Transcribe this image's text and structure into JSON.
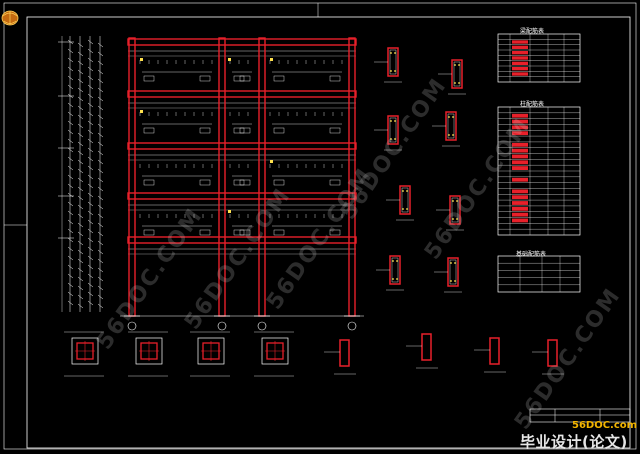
{
  "drawing": {
    "frame_color": "#ffffff",
    "beam_color": "#e8202a",
    "line_color": "#ffffff",
    "accent_color": "#ffe14d"
  },
  "tables": [
    {
      "title": "梁配筋表"
    },
    {
      "title": "柱配筋表"
    },
    {
      "title": "基础配筋表"
    }
  ],
  "watermarks": [
    "56DOC.COM",
    "56DOC.COM",
    "56DOC.COM",
    "56DOC.COM",
    "56DOC.COM",
    "56DOC.COM"
  ],
  "site": {
    "url": "56DOC.com",
    "name": "毕业设计(论文)网",
    "logo_icon": "globe-logo-icon"
  }
}
